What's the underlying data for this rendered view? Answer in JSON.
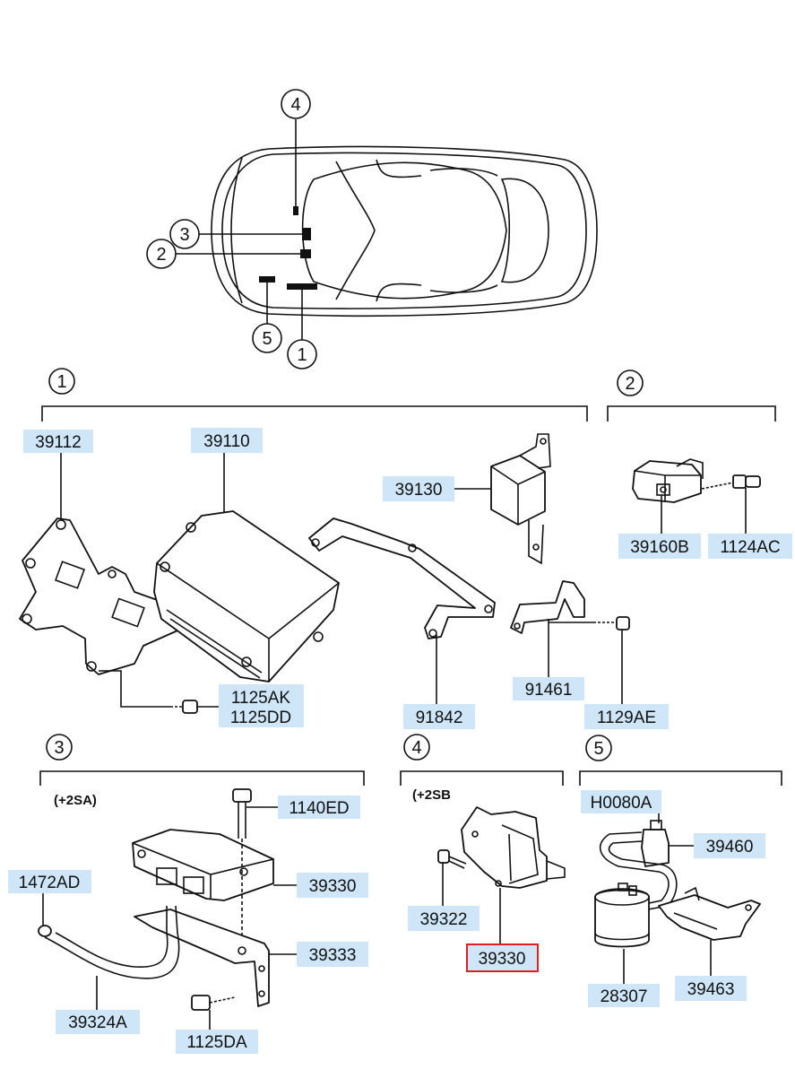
{
  "colors": {
    "label_bg": "#cfe6f8",
    "highlight": "#e02020",
    "ink": "#111111"
  },
  "car": {
    "callouts": [
      "4",
      "3",
      "2",
      "5",
      "1"
    ]
  },
  "sections": [
    {
      "number": "1",
      "parts": [
        "39112",
        "39110",
        "39130",
        "1125AK",
        "1125DD",
        "91842",
        "91461",
        "1129AE"
      ]
    },
    {
      "number": "2",
      "parts": [
        "39160B",
        "1124AC"
      ]
    },
    {
      "number": "3",
      "note": "(+2SA)",
      "parts": [
        "1140ED",
        "39330",
        "1472AD",
        "39333",
        "39324A",
        "1125DA"
      ]
    },
    {
      "number": "4",
      "note": "(+2SB",
      "parts": [
        "39322",
        "39330"
      ],
      "highlighted_part": "39330"
    },
    {
      "number": "5",
      "parts": [
        "H0080A",
        "39460",
        "28307",
        "39463"
      ]
    }
  ]
}
